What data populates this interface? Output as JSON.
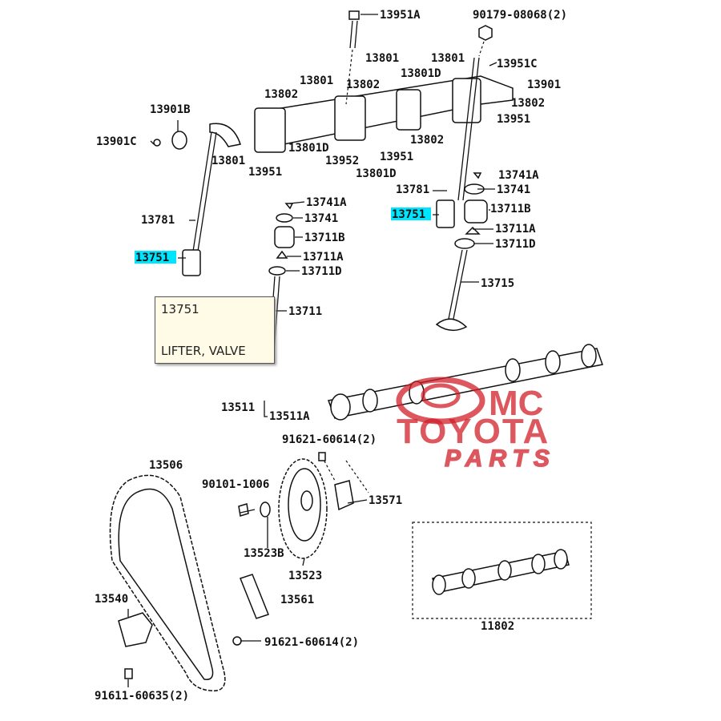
{
  "diagram": {
    "labels": [
      {
        "id": "l1",
        "text": "13951A"
      },
      {
        "id": "l2",
        "text": "90179-08068(2)"
      },
      {
        "id": "l3",
        "text": "13801"
      },
      {
        "id": "l4",
        "text": "13801"
      },
      {
        "id": "l5",
        "text": "13951C"
      },
      {
        "id": "l6",
        "text": "13801"
      },
      {
        "id": "l7",
        "text": "13802"
      },
      {
        "id": "l8",
        "text": "13801D"
      },
      {
        "id": "l9",
        "text": "13901"
      },
      {
        "id": "l10",
        "text": "13802"
      },
      {
        "id": "l11",
        "text": "13802"
      },
      {
        "id": "l12",
        "text": "13951"
      },
      {
        "id": "l13",
        "text": "13901B"
      },
      {
        "id": "l14",
        "text": "13901C"
      },
      {
        "id": "l15",
        "text": "13801D"
      },
      {
        "id": "l16",
        "text": "13802"
      },
      {
        "id": "l17",
        "text": "13801"
      },
      {
        "id": "l18",
        "text": "13952"
      },
      {
        "id": "l19",
        "text": "13951"
      },
      {
        "id": "l20",
        "text": "13951"
      },
      {
        "id": "l21",
        "text": "13801D"
      },
      {
        "id": "l22",
        "text": "13741A"
      },
      {
        "id": "l23",
        "text": "13741"
      },
      {
        "id": "l24",
        "text": "13781"
      },
      {
        "id": "l25",
        "text": "13741A"
      },
      {
        "id": "l26",
        "text": "13751"
      },
      {
        "id": "l27",
        "text": "13711B"
      },
      {
        "id": "l28",
        "text": "13741"
      },
      {
        "id": "l29",
        "text": "13781"
      },
      {
        "id": "l30",
        "text": "13711B"
      },
      {
        "id": "l31",
        "text": "13711A"
      },
      {
        "id": "l32",
        "text": "13711D"
      },
      {
        "id": "l33",
        "text": "13751"
      },
      {
        "id": "l34",
        "text": "13711A"
      },
      {
        "id": "l35",
        "text": "13711D"
      },
      {
        "id": "l36",
        "text": "13715"
      },
      {
        "id": "l37",
        "text": "13711"
      },
      {
        "id": "l38",
        "text": "13511"
      },
      {
        "id": "l39",
        "text": "13511A"
      },
      {
        "id": "l40",
        "text": "91621-60614(2)"
      },
      {
        "id": "l41",
        "text": "13506"
      },
      {
        "id": "l42",
        "text": "90101-1006"
      },
      {
        "id": "l43",
        "text": "13571"
      },
      {
        "id": "l44",
        "text": "13523B"
      },
      {
        "id": "l45",
        "text": "13523"
      },
      {
        "id": "l46",
        "text": "13540"
      },
      {
        "id": "l47",
        "text": "13561"
      },
      {
        "id": "l48",
        "text": "11802"
      },
      {
        "id": "l49",
        "text": "91621-60614(2)"
      },
      {
        "id": "l50",
        "text": "91611-60635(2)"
      }
    ],
    "highlight_color": "#00e5ff"
  },
  "tooltip": {
    "part_number": "13751",
    "part_name": "LIFTER, VALVE"
  },
  "watermark": {
    "line1": "OMC",
    "line2": "TOYOTA",
    "line3": "PARTS",
    "color": "#d21f2a"
  }
}
